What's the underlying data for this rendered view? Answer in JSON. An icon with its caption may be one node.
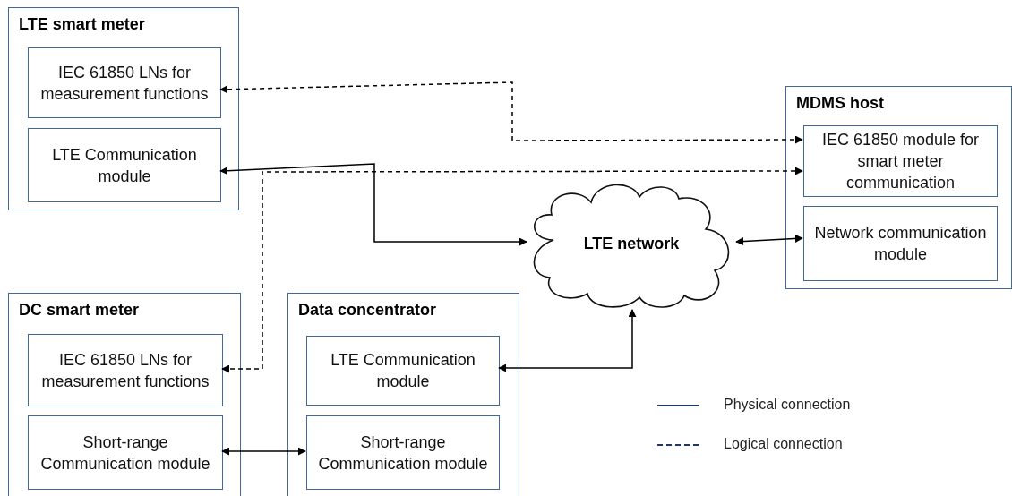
{
  "diagram": {
    "nodes": [
      {
        "text": [
          "LTE smart meter"
        ]
      },
      {
        "text": [
          "IEC 61850 LNs for measurement functions"
        ],
        "in": 0
      },
      {
        "text": [
          "LTE Communication module"
        ],
        "in": 0
      },
      {
        "text": [
          "MDMS host"
        ]
      },
      {
        "text": [
          "IEC 61850 module for smart meter communication"
        ],
        "in": 3
      },
      {
        "text": [
          "Network communication module"
        ],
        "in": 3
      },
      {
        "text": [
          "LTE network"
        ]
      },
      {
        "text": [
          "DC smart meter"
        ]
      },
      {
        "text": [
          "IEC 61850 LNs for measurement functions"
        ],
        "in": 7
      },
      {
        "text": [
          "Short-range Communication module"
        ],
        "in": 7
      },
      {
        "text": [
          "Data concentrator"
        ]
      },
      {
        "text": [
          "LTE Communication module"
        ],
        "in": 10
      },
      {
        "text": [
          "Short-range Communication module"
        ],
        "in": 10
      }
    ],
    "edges": [
      {
        "from": 4,
        "to": 1,
        "arrow": "both",
        "style": "dashed"
      },
      {
        "from": 8,
        "to": 4,
        "arrow": "both",
        "style": "dashed"
      },
      {
        "from": 2,
        "to": 6,
        "arrow": "both"
      },
      {
        "from": 6,
        "to": 5,
        "arrow": "both"
      },
      {
        "from": 11,
        "to": 6,
        "arrow": "both"
      },
      {
        "from": 9,
        "to": 12,
        "arrow": "both"
      }
    ],
    "legend": [
      {
        "text": "Physical connection"
      },
      {
        "text": "Logical connection"
      }
    ]
  }
}
